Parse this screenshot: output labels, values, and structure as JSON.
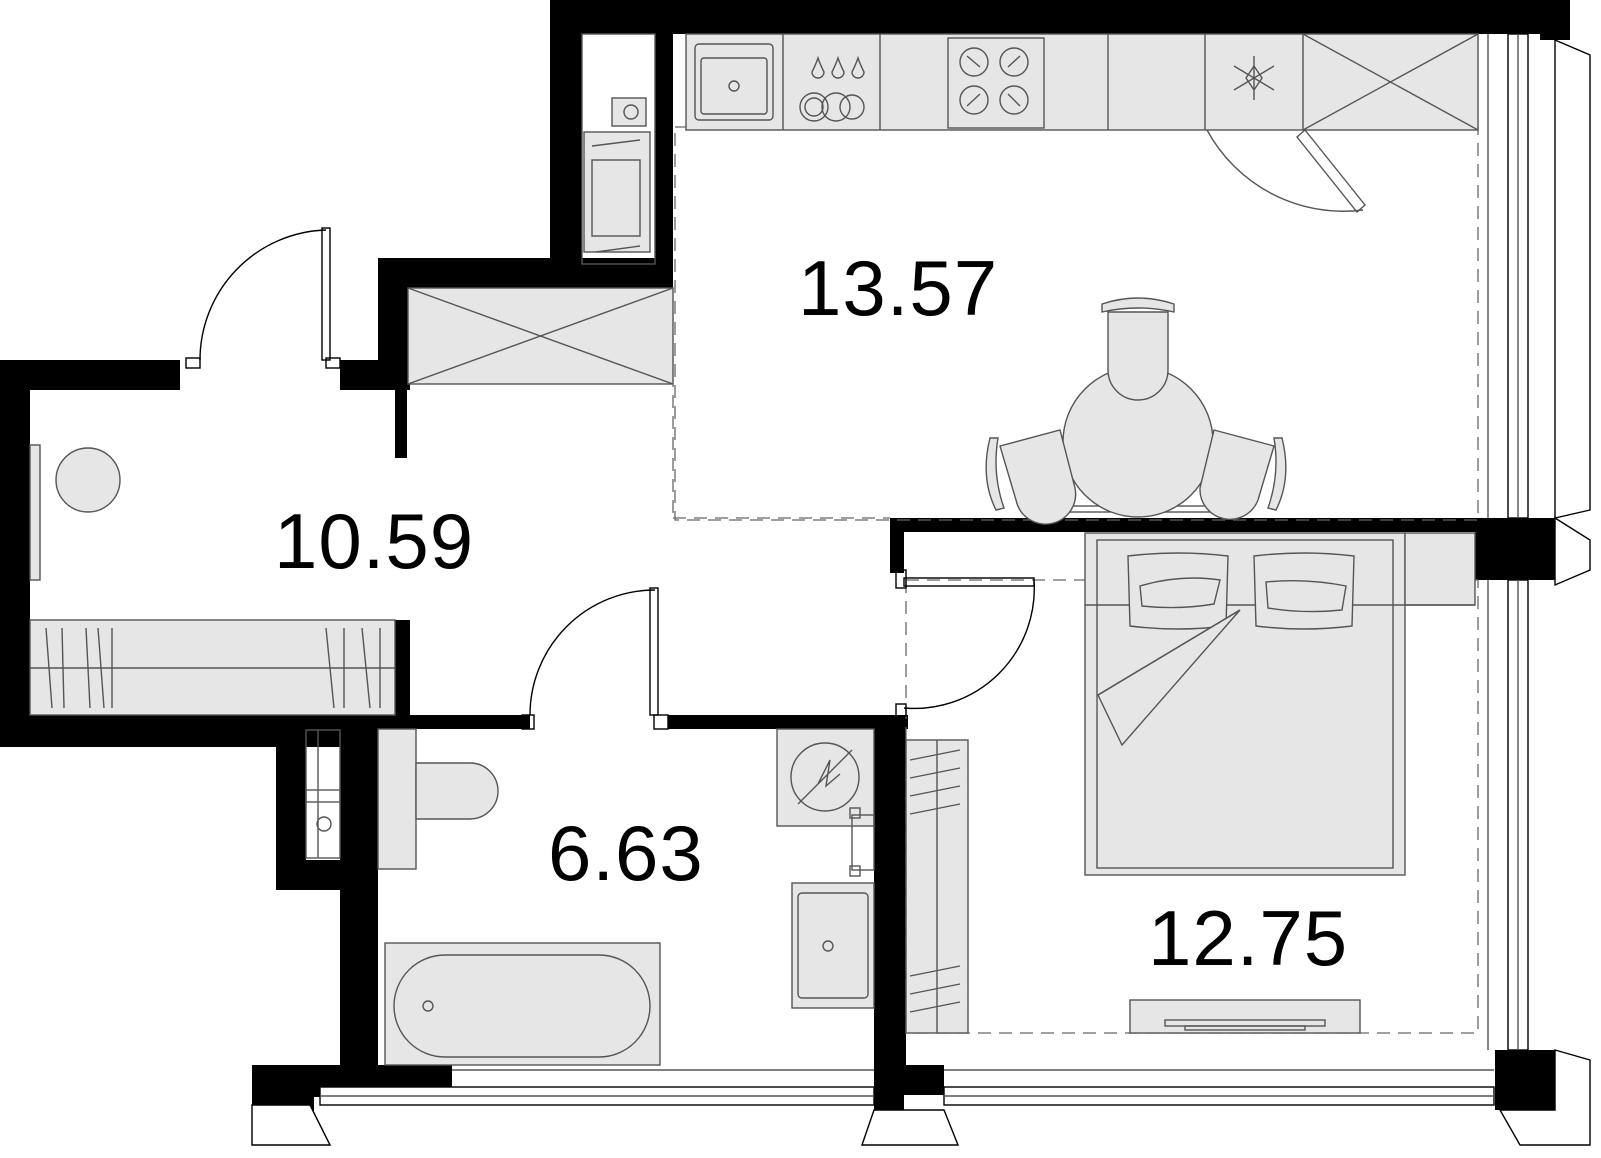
{
  "plan": {
    "rooms": [
      {
        "id": "kitchen-living",
        "area": "13.57"
      },
      {
        "id": "hallway",
        "area": "10.59"
      },
      {
        "id": "bathroom",
        "area": "6.63"
      },
      {
        "id": "bedroom",
        "area": "12.75"
      }
    ]
  },
  "colors": {
    "wall": "#000000",
    "furniture_fill": "#e6e6e6",
    "furniture_stroke": "#555555",
    "background": "#ffffff"
  },
  "icons": [
    "sink-icon",
    "dishwasher-icon",
    "cooktop-icon",
    "freezer-icon",
    "boiler-icon",
    "washing-machine-icon"
  ]
}
